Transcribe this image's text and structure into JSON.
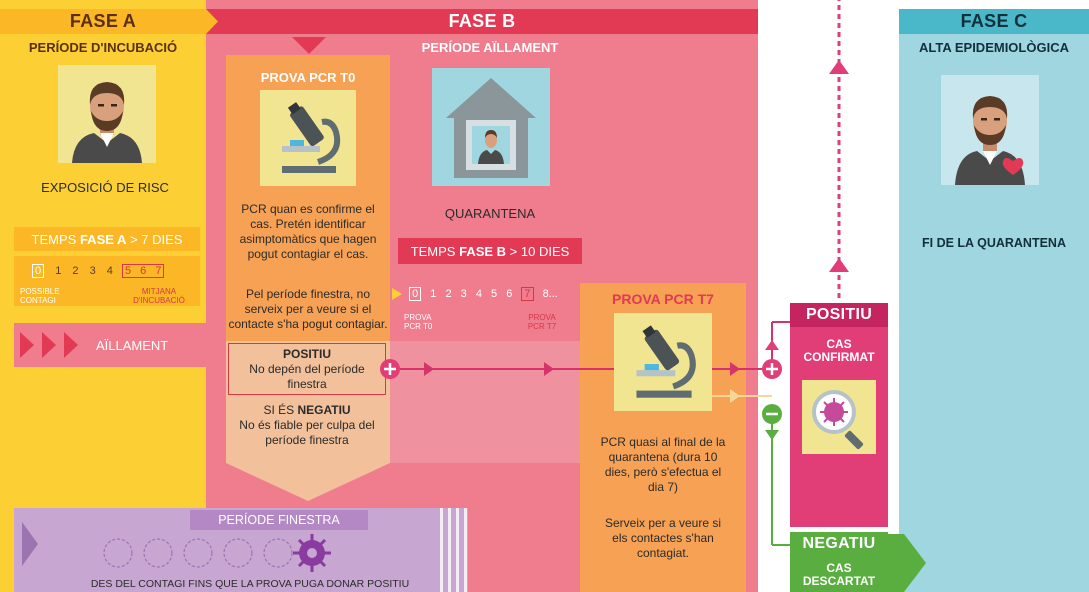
{
  "phase_a": {
    "title": "FASE A",
    "subtitle": "PERÍODE D'INCUBACIÓ",
    "caption": "EXPOSICIÓ DE RISC",
    "time_prefix": "TEMPS ",
    "time_phase": "FASE A",
    "time_suffix": " > 7 DIES",
    "days": [
      "0",
      "1",
      "2",
      "3",
      "4",
      "5",
      "6",
      "7"
    ],
    "day0_label": "POSSIBLE CONTAGI",
    "incubation_label": "MITJANA D'INCUBACIÓ",
    "isolation_label": "AÏLLAMENT"
  },
  "phase_b": {
    "title": "FASE B",
    "subtitle": "PERÍODE AÏLLAMENT",
    "pcr_t0_title": "PROVA PCR T0",
    "pcr_t0_desc": "PCR quan es confirme el cas. Pretén identificar asimptomàtics que hagen pogut contagiar el cas.",
    "pcr_t0_window_note": "Pel període finestra, no serveix per a veure si el contacte s'ha pogut contagiar.",
    "positive_title": "POSITIU",
    "positive_desc": "No depén del període finestra",
    "negative_prefix": "SI ÉS ",
    "negative_title": "NEGATIU",
    "negative_desc": "No és fiable per culpa del període finestra",
    "quarantine_label": "QUARANTENA",
    "time_prefix": "TEMPS ",
    "time_phase": "FASE B",
    "time_suffix": " > 10 DIES",
    "days": [
      "0",
      "1",
      "2",
      "3",
      "4",
      "5",
      "6",
      "7",
      "8..."
    ],
    "day0_label": "PROVA PCR T0",
    "day7_label": "PROVA PCR T7",
    "pcr_t7_title": "PROVA PCR T7",
    "pcr_t7_desc": "PCR quasi al final de la quarantena (dura 10 dies, però s'efectua el dia 7)",
    "pcr_t7_note": "Serveix per a veure si els contactes s'han contagiat.",
    "window_title": "PERÍODE FINESTRA",
    "window_desc": "DES DEL CONTAGI FINS QUE LA PROVA PUGA DONAR POSITIU"
  },
  "result": {
    "positive": "POSITIU",
    "confirmed": "CAS CONFIRMAT",
    "negative": "NEGATIU",
    "discarded": "CAS DESCARTAT"
  },
  "phase_c": {
    "title": "FASE C",
    "subtitle": "ALTA EPIDEMIOLÒGICA",
    "caption": "FI DE LA QUARANTENA"
  },
  "colors": {
    "phase_a": "#fcd034",
    "phase_b": "#ef7d8e",
    "phase_b_header": "#e23a55",
    "phase_c": "#9fd6e0",
    "pcr_orange": "#f6a153",
    "window_purple": "#c7a6d2",
    "positive_pink": "#e13d76",
    "negative_green": "#5aae40",
    "accent_red": "#d63846"
  }
}
